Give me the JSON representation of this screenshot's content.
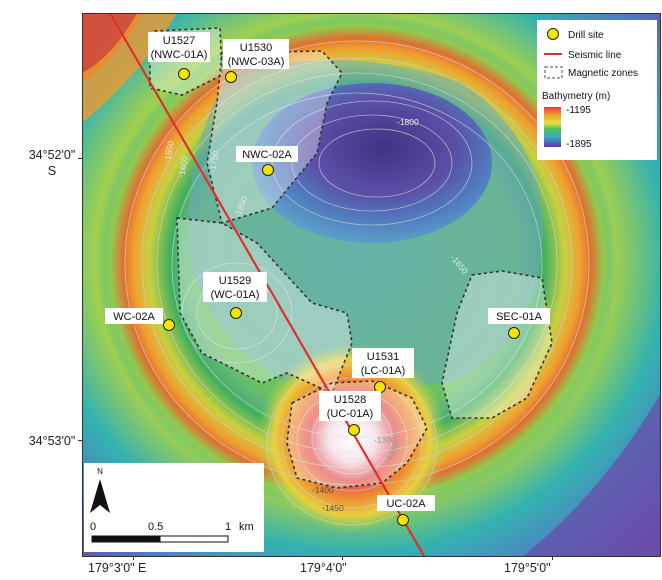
{
  "axes": {
    "x_ticks": [
      "179°3'0\" E",
      "179°4'0\"",
      "179°5'0\""
    ],
    "y_ticks": [
      {
        "line1": "34°52'0\"",
        "line2": "S"
      },
      {
        "line1": "34°53'0\"",
        "line2": ""
      }
    ]
  },
  "legend": {
    "drill_site": "Drill site",
    "seismic_line": "Seismic line",
    "magnetic_zones": "Magnetic zones",
    "bathymetry_title": "Bathymetry (m)",
    "bathy_max": "-1195",
    "bathy_min": "-1895"
  },
  "scale_bar": {
    "labels": [
      "0",
      "0.5",
      "1",
      "km"
    ]
  },
  "north_arrow": "N",
  "drill_sites": [
    {
      "id": "u1527",
      "line1": "U1527",
      "line2": "(NWC-01A)",
      "color": "#f5e400"
    },
    {
      "id": "u1530",
      "line1": "U1530",
      "line2": "(NWC-03A)",
      "color": "#f5e400"
    },
    {
      "id": "nwc02a",
      "line1": "NWC-02A",
      "line2": "",
      "color": "#f5e400"
    },
    {
      "id": "u1529",
      "line1": "U1529",
      "line2": "(WC-01A)",
      "color": "#f5e400"
    },
    {
      "id": "wc02a",
      "line1": "WC-02A",
      "line2": "",
      "color": "#f5e400"
    },
    {
      "id": "sec01a",
      "line1": "SEC-01A",
      "line2": "",
      "color": "#f5e400"
    },
    {
      "id": "u1531",
      "line1": "U1531",
      "line2": "(LC-01A)",
      "color": "#f5e400"
    },
    {
      "id": "u1528",
      "line1": "U1528",
      "line2": "(UC-01A)",
      "color": "#f5e400"
    },
    {
      "id": "uc02a",
      "line1": "UC-02A",
      "line2": "",
      "color": "#f5e400"
    }
  ],
  "contour_labels": [
    "-1550",
    "-1600",
    "-1750",
    "-1800",
    "-1850",
    "-1650",
    "-1300",
    "-1350",
    "-1400",
    "-1450"
  ],
  "colors": {
    "seismic_line": "#e0302a",
    "drill_site_fill": "#f5e400"
  }
}
